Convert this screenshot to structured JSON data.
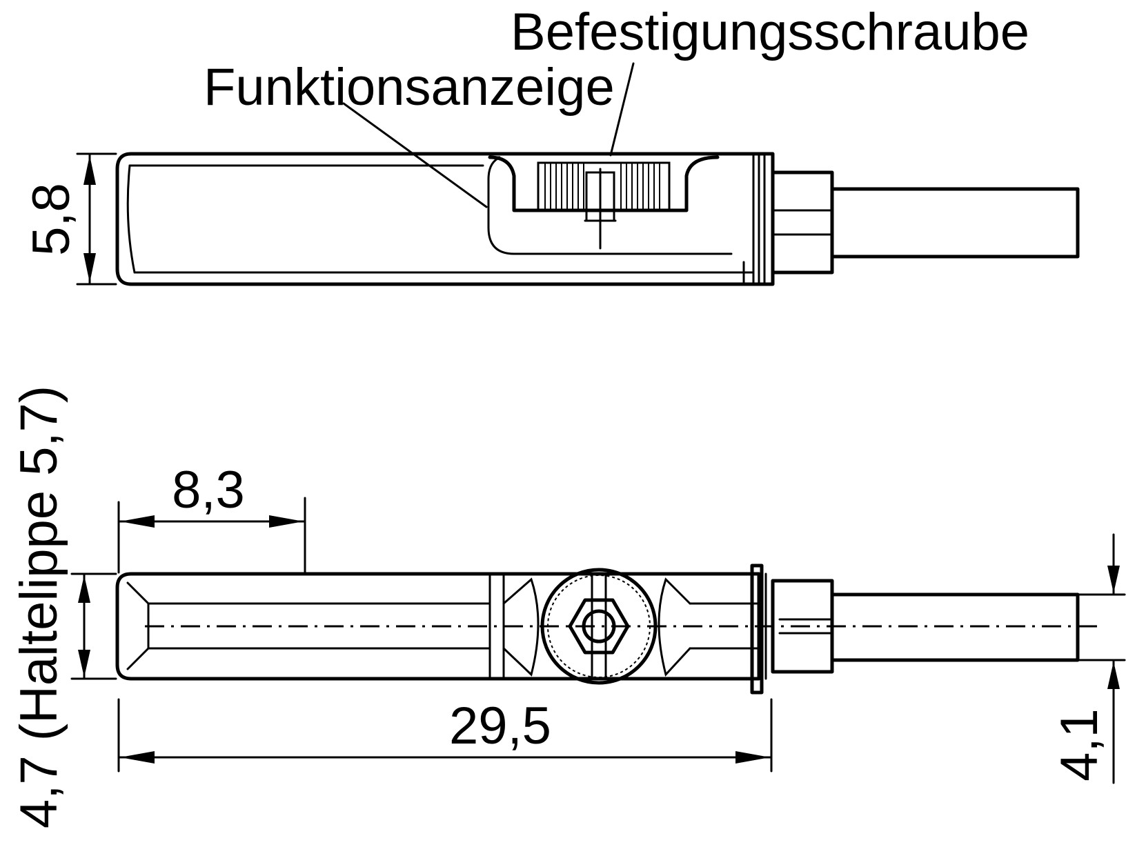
{
  "labels": {
    "fixing_screw": "Befestigungsschraube",
    "function_indicator": "Funktionsanzeige"
  },
  "dimensions": {
    "height_side": "5,8",
    "length_offset": "8,3",
    "total_length": "29,5",
    "cable_diameter": "4,1",
    "body_width": "4,7 (Haltelippe 5,7)"
  },
  "colors": {
    "line": "#000000",
    "background": "#ffffff"
  }
}
